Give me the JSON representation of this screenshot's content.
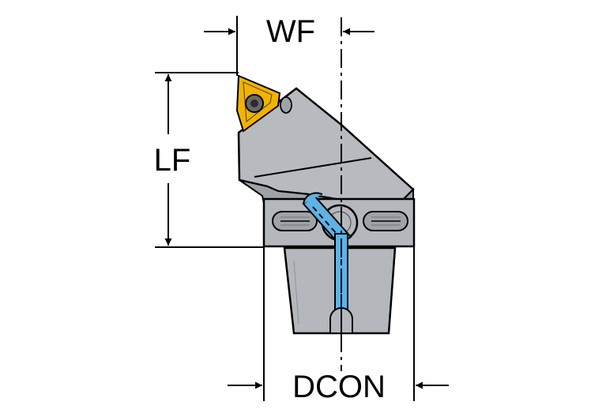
{
  "dimensions": {
    "wf": "WF",
    "lf": "LF",
    "dcon": "DCON"
  },
  "colors": {
    "body_fill": "#b4b8bc",
    "body_stroke": "#000000",
    "insert_gold": "#f0b400",
    "coolant_blue": "#5fb2e6",
    "line": "#000000"
  },
  "icons": {
    "insert": "threading-insert-icon",
    "screw": "torx-screw-icon"
  }
}
